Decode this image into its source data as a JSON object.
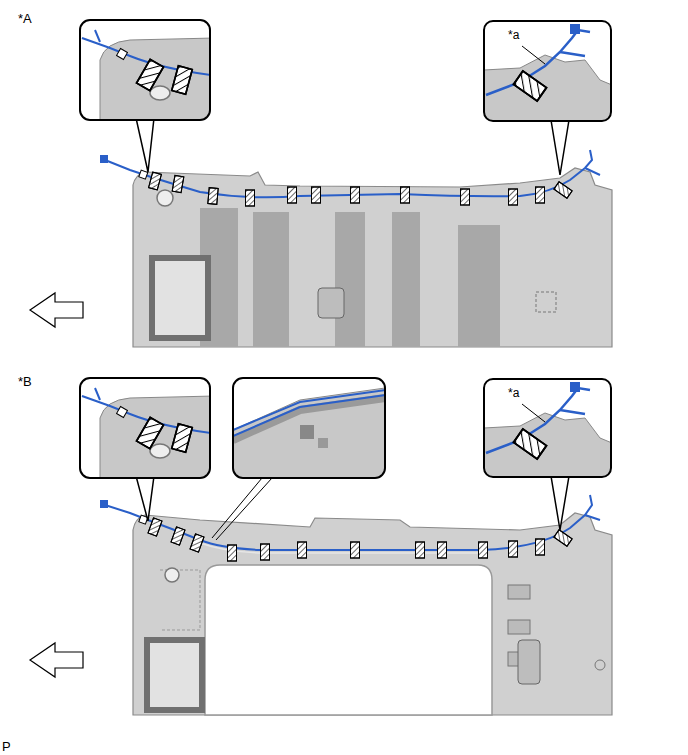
{
  "diagram": {
    "nodes": [
      {
        "text": [
          "*a"
        ]
      },
      {
        "text": [
          "*a"
        ]
      }
    ],
    "labels": [
      "*A",
      "*B",
      "P"
    ]
  }
}
